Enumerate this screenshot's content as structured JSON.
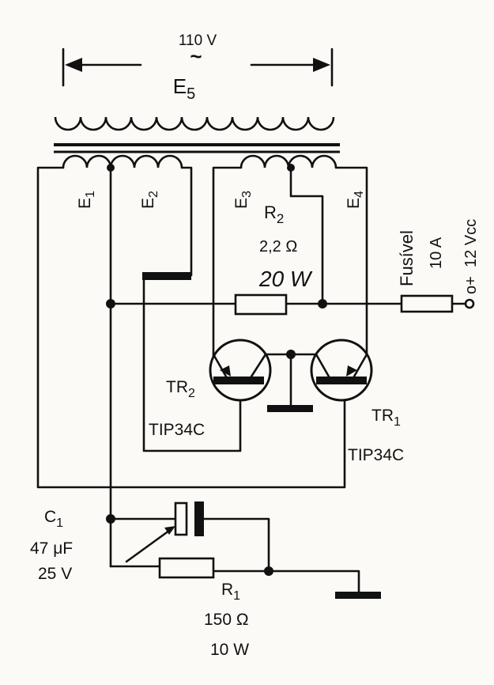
{
  "diagram": {
    "primary": {
      "voltage": "110 V",
      "ac_symbol": "~",
      "label_main": "E",
      "label_sub": "5"
    },
    "secondary_taps": [
      {
        "main": "E",
        "sub": "1"
      },
      {
        "main": "E",
        "sub": "2"
      },
      {
        "main": "E",
        "sub": "3"
      },
      {
        "main": "E",
        "sub": "4"
      }
    ],
    "r2": {
      "main": "R",
      "sub": "2",
      "value": "2,2 Ω",
      "power": "20 W"
    },
    "fuse": {
      "label": "Fusível",
      "rating": "10 A"
    },
    "supply": {
      "polarity": "o+",
      "voltage": "12 Vcc"
    },
    "tr2": {
      "main": "TR",
      "sub": "2",
      "part": "TIP34C"
    },
    "tr1": {
      "main": "TR",
      "sub": "1",
      "part": "TIP34C"
    },
    "c1": {
      "main": "C",
      "sub": "1",
      "value": "47 μF",
      "voltage": "25 V"
    },
    "r1": {
      "main": "R",
      "sub": "1",
      "value": "150 Ω",
      "power": "10 W"
    }
  }
}
